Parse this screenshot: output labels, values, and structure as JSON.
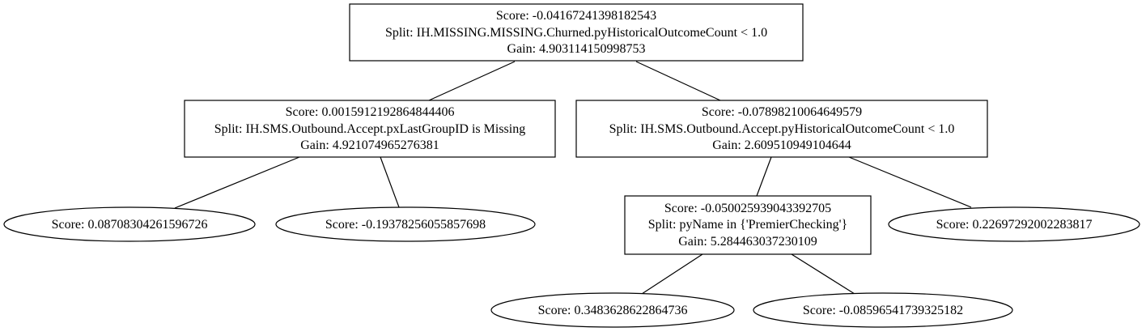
{
  "tree": {
    "nodes": {
      "root": {
        "shape": "box",
        "lines": [
          "Score: -0.04167241398182543",
          "Split: IH.MISSING.MISSING.Churned.pyHistoricalOutcomeCount < 1.0",
          "Gain: 4.903114150998753"
        ]
      },
      "n_left": {
        "shape": "box",
        "lines": [
          "Score: 0.0015912192864844406",
          "Split: IH.SMS.Outbound.Accept.pxLastGroupID is Missing",
          "Gain: 4.921074965276381"
        ]
      },
      "n_right": {
        "shape": "box",
        "lines": [
          "Score: -0.07898210064649579",
          "Split: IH.SMS.Outbound.Accept.pyHistoricalOutcomeCount < 1.0",
          "Gain: 2.609510949104644"
        ]
      },
      "leaf_ll": {
        "shape": "ellipse",
        "lines": [
          "Score: 0.08708304261596726"
        ]
      },
      "leaf_lr": {
        "shape": "ellipse",
        "lines": [
          "Score: -0.19378256055857698"
        ]
      },
      "n_rl": {
        "shape": "box",
        "lines": [
          "Score: -0.050025939043392705",
          "Split: pyName in {'PremierChecking'}",
          "Gain: 5.284463037230109"
        ]
      },
      "leaf_rr": {
        "shape": "ellipse",
        "lines": [
          "Score: 0.22697292002283817"
        ]
      },
      "leaf_rll": {
        "shape": "ellipse",
        "lines": [
          "Score: 0.3483628622864736"
        ]
      },
      "leaf_rlr": {
        "shape": "ellipse",
        "lines": [
          "Score: -0.08596541739325182"
        ]
      }
    },
    "edges": [
      [
        "root",
        "n_left"
      ],
      [
        "root",
        "n_right"
      ],
      [
        "n_left",
        "leaf_ll"
      ],
      [
        "n_left",
        "leaf_lr"
      ],
      [
        "n_right",
        "n_rl"
      ],
      [
        "n_right",
        "leaf_rr"
      ],
      [
        "n_rl",
        "leaf_rll"
      ],
      [
        "n_rl",
        "leaf_rlr"
      ]
    ]
  }
}
